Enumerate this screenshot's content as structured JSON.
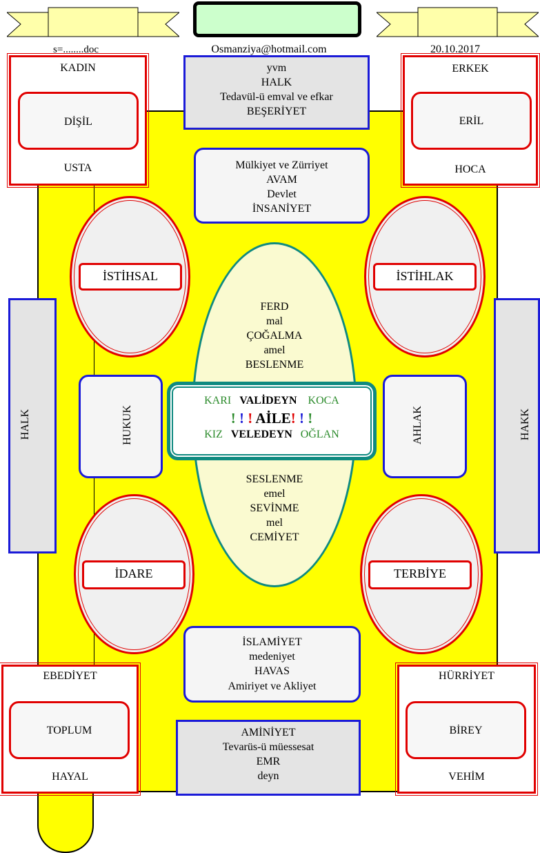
{
  "header": {
    "left_text": "s=........doc",
    "center_text": "Osmanziya@hotmail.com",
    "right_text": "20.10.2017"
  },
  "corners": {
    "top_left": {
      "top": "KADIN",
      "inner": "DİŞİL",
      "bottom": "USTA"
    },
    "top_right": {
      "top": "ERKEK",
      "inner": "ERİL",
      "bottom": "HOCA"
    },
    "bottom_left": {
      "top": "EBEDİYET",
      "inner": "TOPLUM",
      "bottom": "HAYAL"
    },
    "bottom_right": {
      "top": "HÜRRİYET",
      "inner": "BİREY",
      "bottom": "VEHİM"
    }
  },
  "top_box": {
    "line1": "yvm",
    "line2": "HALK",
    "line3": "Tedavül-ü emval ve efkar",
    "line4": "BEŞERİYET"
  },
  "second_box": {
    "line1": "Mülkiyet ve Zürriyet",
    "line2": "AVAM",
    "line3": "Devlet",
    "line4": "İNSANİYET"
  },
  "ellipses": {
    "top_left": "İSTİHSAL",
    "top_right": "İSTİHLAK",
    "bottom_left": "İDARE",
    "bottom_right": "TERBİYE"
  },
  "center_oval": {
    "top": [
      "FERD",
      "mal",
      "ÇOĞALMA",
      "amel",
      "BESLENME"
    ],
    "bottom": [
      "SESLENME",
      "emel",
      "SEVİNME",
      "mel",
      "CEMİYET"
    ]
  },
  "center_box": {
    "row1": {
      "left": "KARI",
      "mid": "VALİDEYN",
      "right": "KOCA"
    },
    "row2": {
      "marks_left": [
        "!",
        "!",
        "!"
      ],
      "mid": "AİLE",
      "marks_right": [
        "!",
        "!",
        "!"
      ]
    },
    "row3": {
      "left": "KIZ",
      "mid": "VELEDEYN",
      "right": "OĞLAN"
    }
  },
  "side": {
    "hukuk": "HUKUK",
    "ahlak": "AHLAK",
    "halk": "HALK",
    "hakk": "HAKK"
  },
  "lower_box": {
    "line1": "İSLAMİYET",
    "line2": "medeniyet",
    "line3": "HAVAS",
    "line4": "Amiriyet ve Akliyet"
  },
  "bottom_box": {
    "line1": "AMİNİYET",
    "line2": "Tevarüs-ü müessesat",
    "line3": "EMR",
    "line4": "deyn"
  },
  "colors": {
    "yellow": "#ffff00",
    "red": "#e00000",
    "blue": "#1a1ad8",
    "teal": "#0f8a80",
    "green": "#2a8a2a",
    "oval": "#fafad0"
  }
}
